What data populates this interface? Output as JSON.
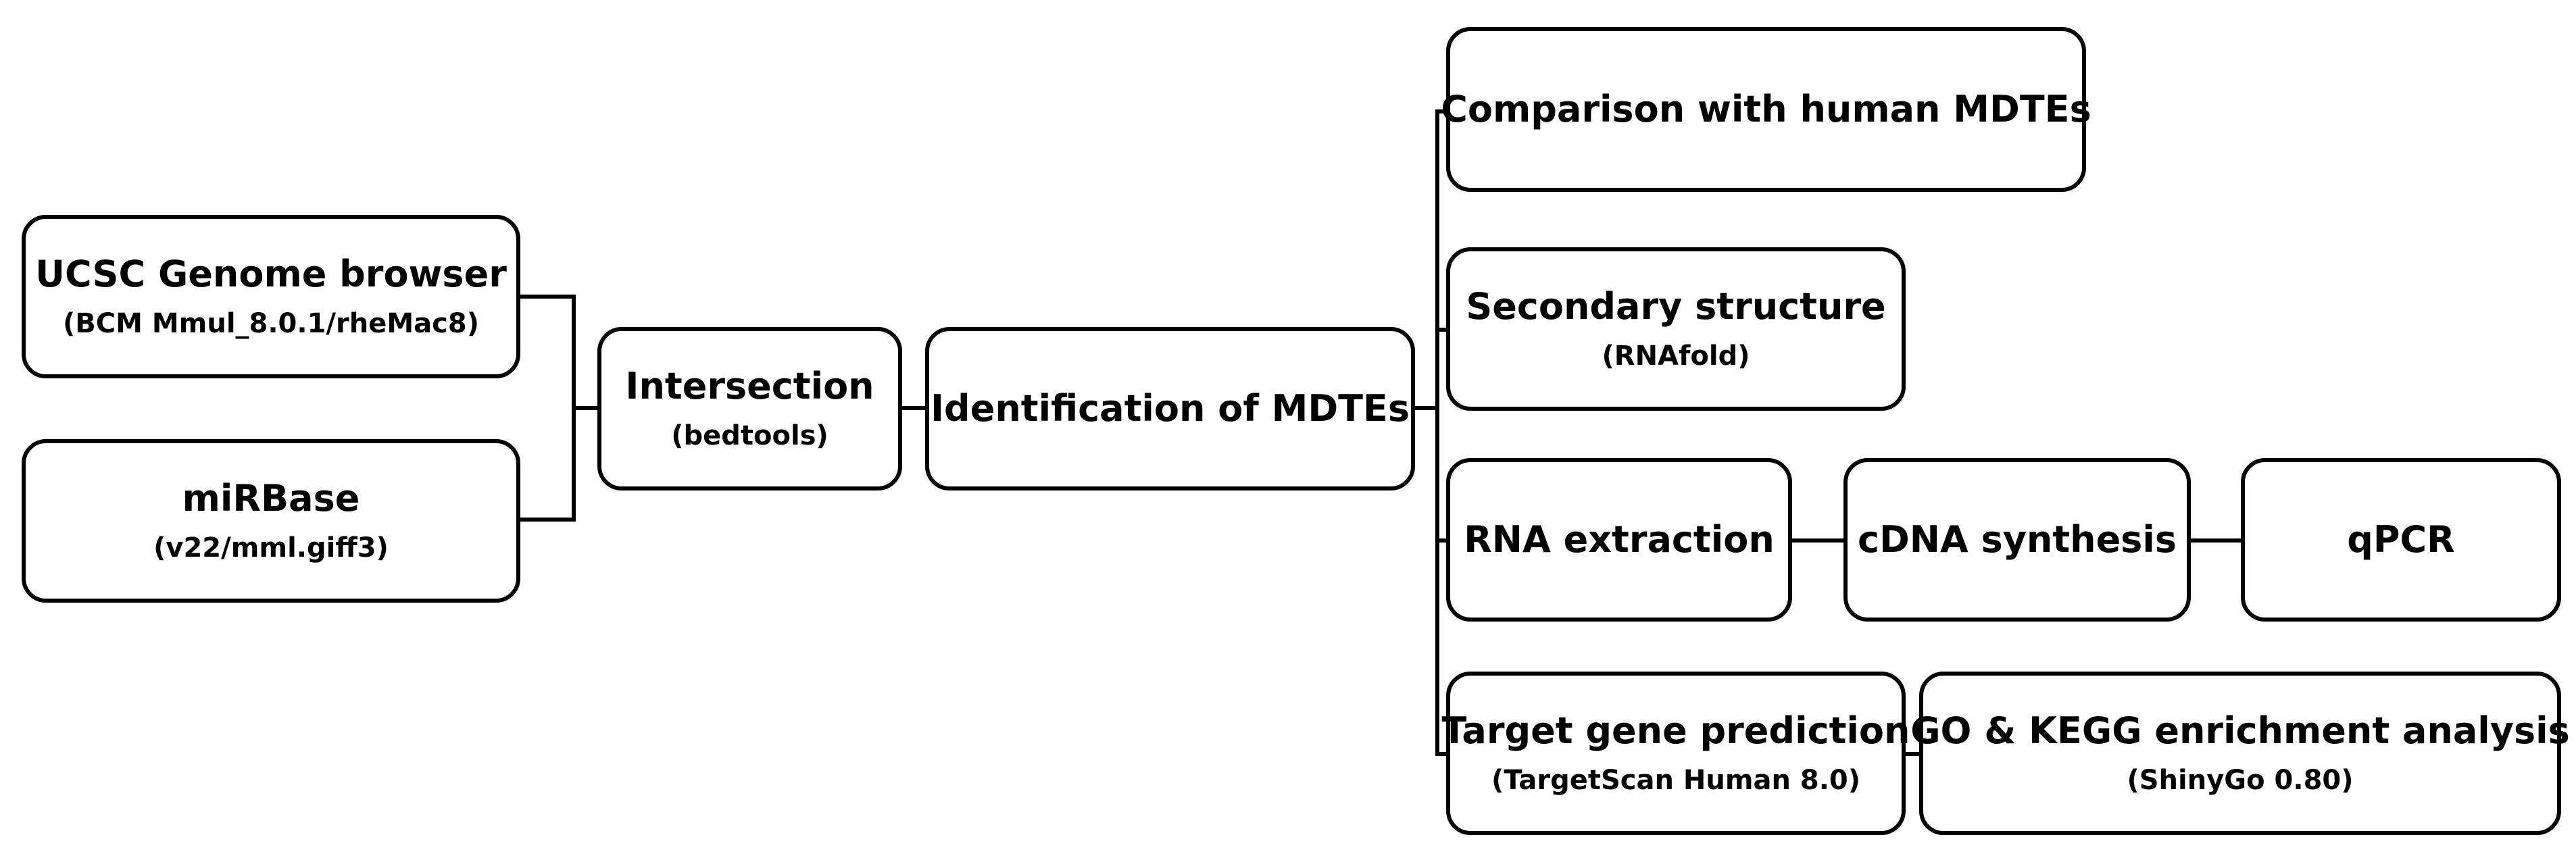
{
  "nodes": {
    "ucsc": {
      "title": "UCSC Genome browser",
      "sub": "(BCM Mmul_8.0.1/rheMac8)"
    },
    "mirbase": {
      "title": "miRBase",
      "sub": "(v22/mml.giff3)"
    },
    "intersection": {
      "title": "Intersection",
      "sub": "(bedtools)"
    },
    "identification": {
      "title": "Identification of MDTEs"
    },
    "comparison": {
      "title": "Comparison with human MDTEs"
    },
    "secondary": {
      "title": "Secondary structure",
      "sub": "(RNAfold)"
    },
    "rna_extraction": {
      "title": "RNA extraction"
    },
    "cdna": {
      "title": "cDNA synthesis"
    },
    "qpcr": {
      "title": "qPCR"
    },
    "target_gene": {
      "title": "Target gene prediction",
      "sub": "(TargetScan Human 8.0)"
    },
    "go_kegg": {
      "title": "GO & KEGG enrichment analysis",
      "sub": "(ShinyGo 0.80)"
    }
  }
}
